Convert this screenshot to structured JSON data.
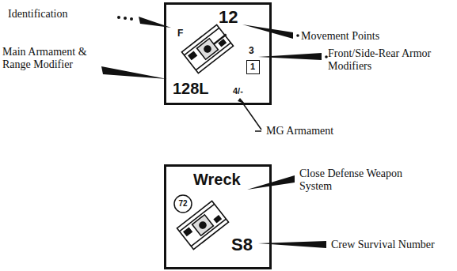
{
  "diagram": {
    "nodes": [
      {
        "text": [
          "F",
          "12",
          "3",
          "128L",
          "4/-"
        ]
      },
      {
        "text": [
          "1"
        ],
        "in": 0
      },
      {
        "text": [
          "Wreck",
          "S8"
        ]
      },
      {
        "text": [
          "72"
        ],
        "in": 2
      }
    ],
    "labels": [
      "Identification",
      "Movement Points",
      "Main Armament & Range Modifier",
      "Front/Side-Rear Armor Modifiers",
      "MG Armament",
      "Close Defense Weapon System",
      "Crew Survival Number"
    ]
  }
}
